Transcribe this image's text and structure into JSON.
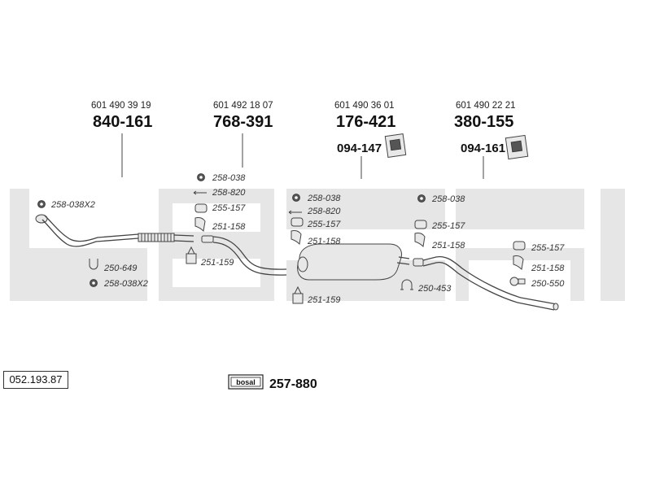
{
  "assemblies": [
    {
      "oe_number": "601 490 39 19",
      "part_number": "840-161"
    },
    {
      "oe_number": "601 492 18 07",
      "part_number": "768-391"
    },
    {
      "oe_number": "601 490 36 01",
      "part_number": "176-421",
      "mount_number": "094-147"
    },
    {
      "oe_number": "601 490 22 21",
      "part_number": "380-155",
      "mount_number": "094-161"
    }
  ],
  "fittings": {
    "front": [
      "258-038X2",
      "250-649",
      "258-038X2"
    ],
    "intermediate": [
      "258-038",
      "258-820",
      "255-157",
      "251-158",
      "251-159"
    ],
    "center": [
      "258-038",
      "258-820",
      "255-157",
      "251-158",
      "251-159"
    ],
    "rear": [
      "258-038",
      "255-157",
      "251-158",
      "250-453"
    ],
    "tail": [
      "255-157",
      "251-158",
      "250-550"
    ]
  },
  "catalog_number": "052.193.87",
  "brand_logo_text": "bosal",
  "kit_number": "257-880",
  "colors": {
    "watermark": "#e6e6e6",
    "ink": "#222222"
  }
}
